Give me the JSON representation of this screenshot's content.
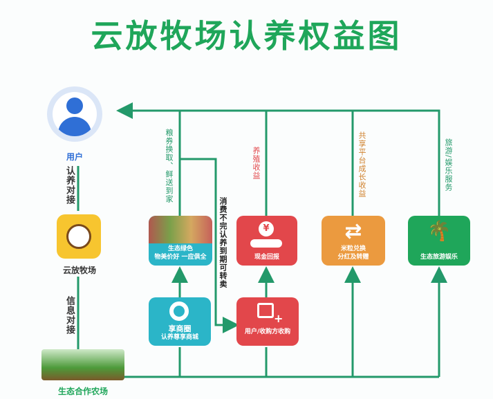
{
  "title": "云放牧场认养权益图",
  "nodes": {
    "user": "用户",
    "ranch": "云放牧场",
    "farm": "生态合作农场",
    "food": {
      "line1": "生态绿色",
      "line2": "物美价好 一应俱全"
    },
    "cash": "现金回报",
    "exchange": {
      "line1": "米粒兑换",
      "line2": "分红及转赠"
    },
    "tourism": "生态旅游娱乐",
    "mall": {
      "name": "享商圈",
      "sub": "认养尊享商城"
    },
    "purchase": "用户/收购方收购"
  },
  "edges": {
    "adopt": "认养对接",
    "info": "信息对接",
    "food_delivery": "粮券换取、鲜送到家",
    "resell": "消费不完认养到期可转卖",
    "breeding": "养殖收益",
    "growth": "共享平台成长收益",
    "travel": "旅游/娱乐服务"
  },
  "colors": {
    "green": "#1fa65a",
    "teal": "#2bb5c8",
    "red": "#e2474b",
    "orange": "#eb9a3f",
    "line": "#23996a"
  }
}
